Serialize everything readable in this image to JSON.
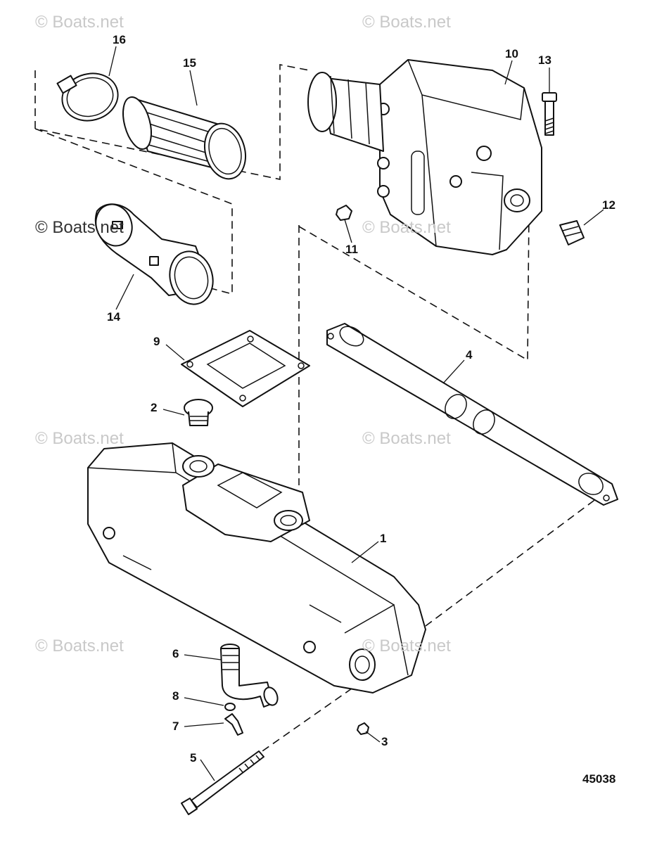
{
  "watermark": "© Boats.net",
  "figure_number": "45038",
  "callouts": [
    "1",
    "2",
    "3",
    "4",
    "5",
    "6",
    "7",
    "8",
    "9",
    "10",
    "11",
    "12",
    "13",
    "14",
    "15",
    "16"
  ]
}
